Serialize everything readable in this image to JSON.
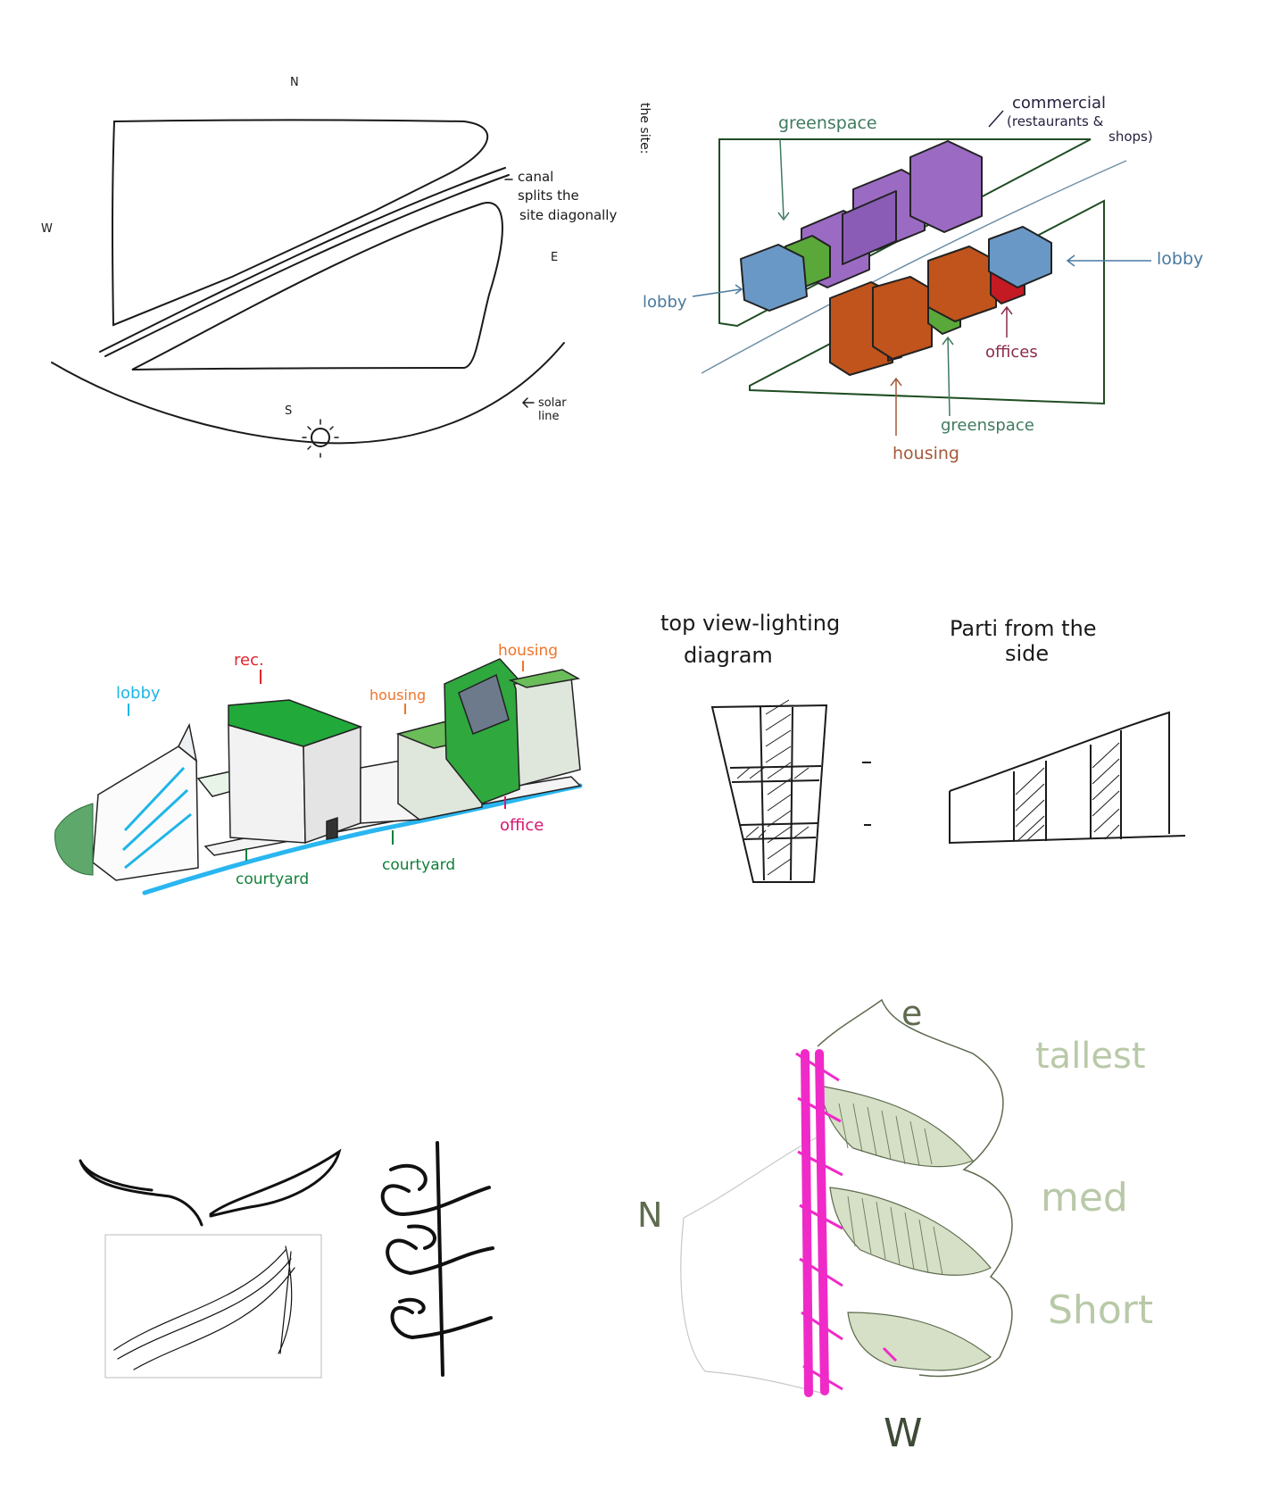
{
  "site_plan": {
    "north": "N",
    "south": "S",
    "west": "W",
    "east": "E",
    "canal_note_1": "canal",
    "canal_note_2": "splits the",
    "canal_note_3": "site diagonally",
    "side_note": "the site:",
    "solar_1": "solar",
    "solar_2": "line",
    "colors": {
      "ink": "#1a1a1a"
    }
  },
  "massing": {
    "commercial_1": "commercial",
    "commercial_2": "(restaurants &",
    "commercial_3": "shops)",
    "greenspace_top": "greenspace",
    "lobby_left": "lobby",
    "lobby_right": "lobby",
    "offices": "offices",
    "greenspace_bottom": "greenspace",
    "housing": "housing",
    "colors": {
      "frame": "#1f4d22",
      "canal": "#6e8fa6",
      "commercial": "#9b6bc4",
      "lobby": "#6a98c6",
      "green": "#5aa83a",
      "housing": "#c0541c",
      "offices": "#c41a23",
      "label_blue": "#4a7aa0",
      "label_offices": "#8a2d4a",
      "label_housing": "#a35a3a",
      "label_dark": "#27213f"
    }
  },
  "rendering": {
    "lobby": "lobby",
    "rec": "rec.",
    "housing_1": "housing",
    "housing_2": "housing",
    "courtyard_1": "courtyard",
    "courtyard_2": "courtyard",
    "office": "office",
    "colors": {
      "water": "#29b6f0",
      "roof": "#21a93a",
      "lobby": "#1fb5e8",
      "rec": "#e0252f",
      "housing": "#f0742a",
      "courtyard": "#12803a",
      "office": "#d6176f"
    }
  },
  "lighting": {
    "title_1": "top view-lighting",
    "title_2": "diagram",
    "parti_1": "Parti from the",
    "parti_2": "side"
  },
  "form": {
    "east": "e",
    "north": "N",
    "west": "W",
    "tallest": "tallest",
    "med": "med",
    "short": "Short",
    "colors": {
      "pink": "#f02ac8",
      "sage": "#b9c9a8",
      "leaf": "#5e6b4f"
    }
  }
}
